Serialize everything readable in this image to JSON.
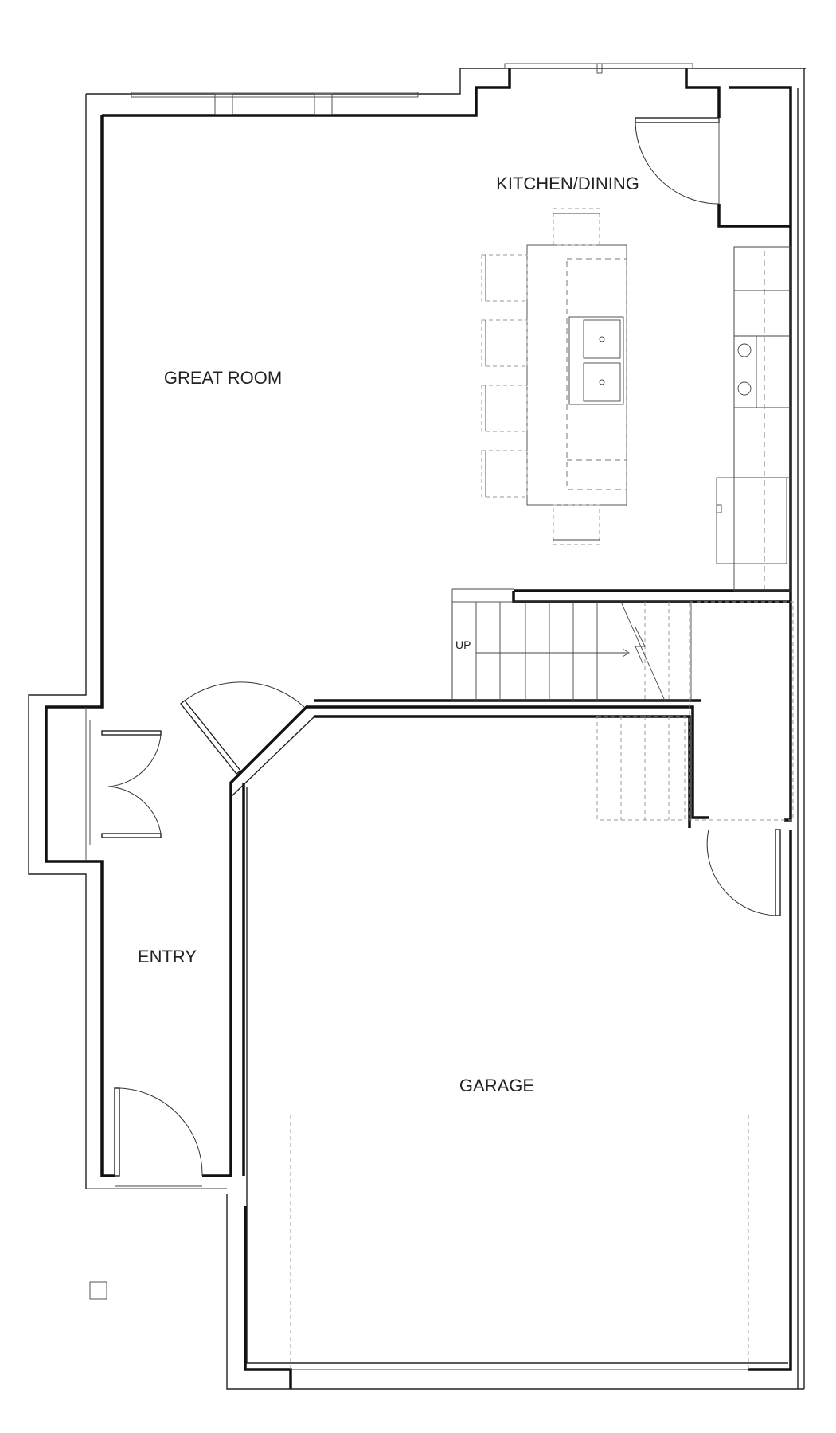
{
  "rooms": {
    "kitchen_dining": "KITCHEN/DINING",
    "great_room": "GREAT ROOM",
    "entry": "ENTRY",
    "garage": "GARAGE"
  },
  "stairs": {
    "up_label": "UP"
  },
  "colors": {
    "wall": "#111111",
    "dashed": "#777777",
    "background": "#ffffff"
  }
}
